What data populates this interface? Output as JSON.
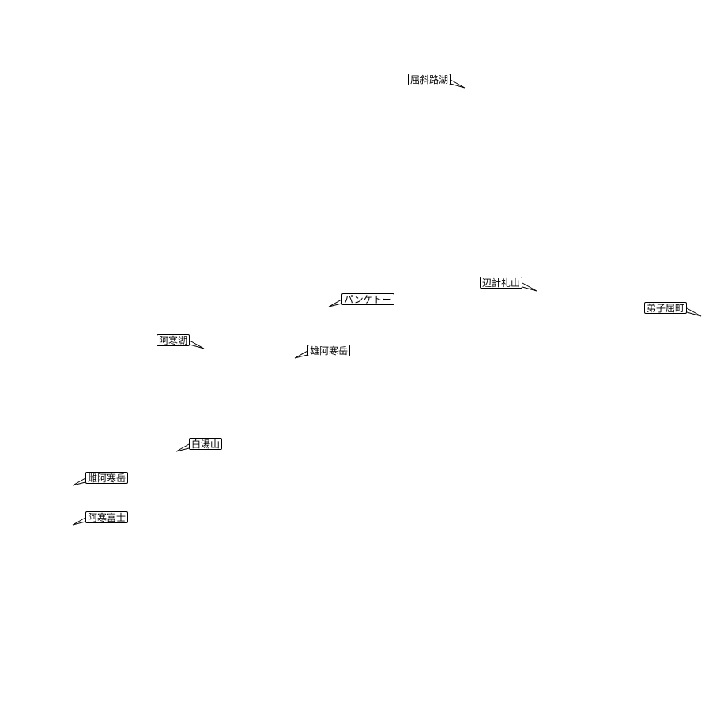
{
  "map": {
    "labels": [
      {
        "id": "kussharo-ko",
        "text": "屈斜路湖",
        "pointer": "right"
      },
      {
        "id": "henkeshiri-yama",
        "text": "辺計礼山",
        "pointer": "right"
      },
      {
        "id": "panketo",
        "text": "パンケトー",
        "pointer": "left"
      },
      {
        "id": "teshikaga-cho",
        "text": "弟子屈町",
        "pointer": "right"
      },
      {
        "id": "akan-ko",
        "text": "阿寒湖",
        "pointer": "right"
      },
      {
        "id": "oakan-dake",
        "text": "雄阿寒岳",
        "pointer": "left"
      },
      {
        "id": "shiroyu-yama",
        "text": "白湯山",
        "pointer": "left"
      },
      {
        "id": "meakan-dake",
        "text": "雌阿寒岳",
        "pointer": "left"
      },
      {
        "id": "akan-fuji",
        "text": "阿寒富士",
        "pointer": "left"
      }
    ],
    "colors": {
      "background": "#ffffff",
      "ink": "#000000"
    }
  }
}
